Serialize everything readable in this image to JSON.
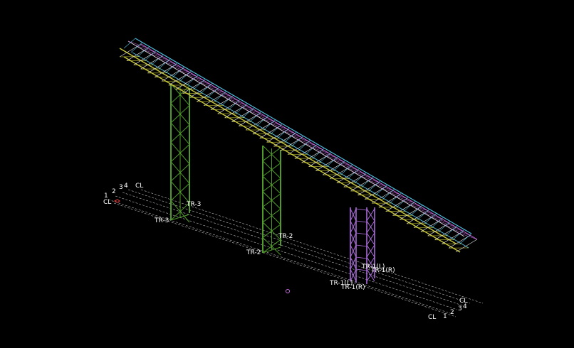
{
  "colors": {
    "background": "#000000",
    "grid_line": "#b8b8b8",
    "label": "#ffffff",
    "tower_green": "#4f9a2a",
    "tower_purple": "#a86ad6",
    "truss_yellow": "#c9c83a",
    "truss_cyan": "#4fb7d8",
    "truss_magenta": "#c86adf",
    "truss_white": "#d8d8d8",
    "marker_red": "#e23b3b"
  },
  "labels": {
    "grid_left_1": "1",
    "grid_left_2": "2",
    "grid_left_3": "3",
    "grid_left_4": "4",
    "grid_left_cl_top": "CL",
    "grid_left_cl": "CL",
    "grid_right_cl_top": "CL",
    "grid_right_4": "4",
    "grid_right_3": "3",
    "grid_right_2": "2",
    "grid_right_1": "1",
    "grid_right_cl": "CL",
    "tower_3_top": "TR-3",
    "tower_3_bottom": "TR-3",
    "tower_2_top": "TR-2",
    "tower_2_bottom": "TR-2",
    "tower_1_r_top": "TR-1(R)",
    "tower_1_l_top": "TR-1(L)",
    "tower_1_l_bottom": "TR-1(L)",
    "tower_1_r_bottom": "TR-1(R)"
  }
}
